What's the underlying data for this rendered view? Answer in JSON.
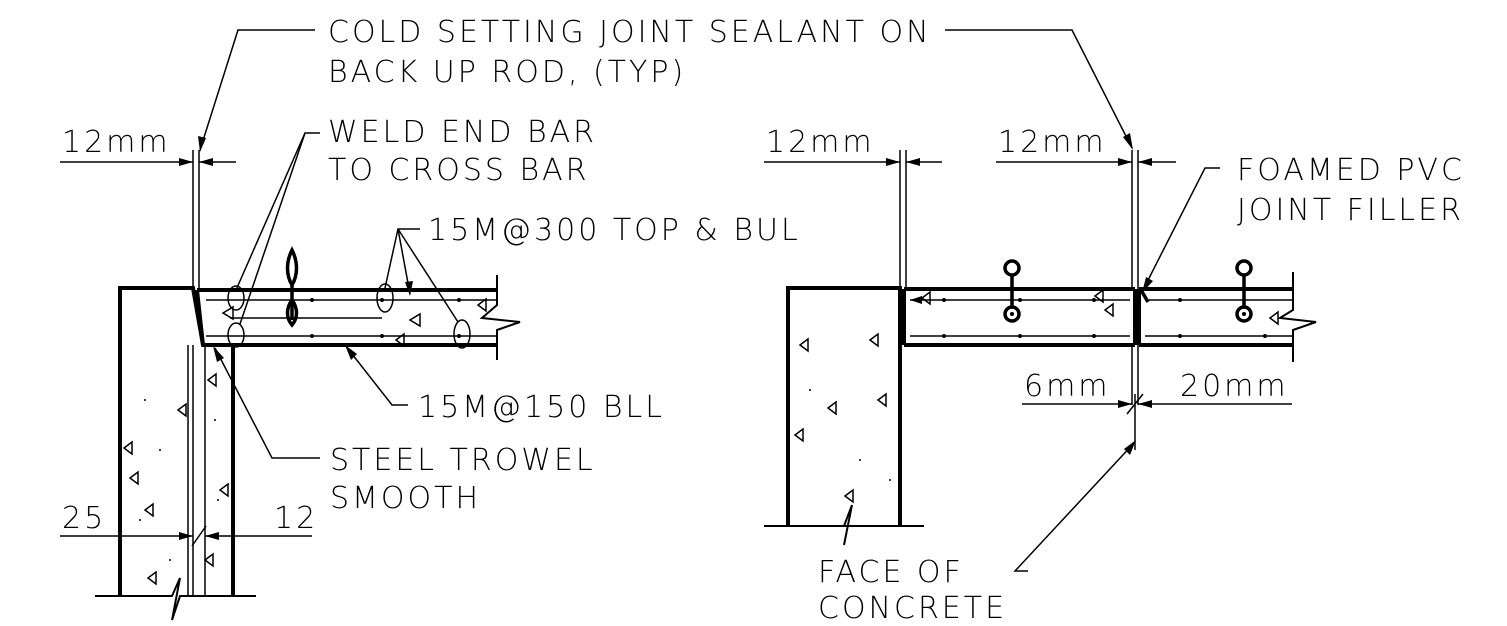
{
  "labels": {
    "sealant_line1": "COLD SETTING JOINT SEALANT ON",
    "sealant_line2": "BACK UP ROD, (TYP)",
    "weld_line1": "WELD END BAR",
    "weld_line2": "TO CROSS BAR",
    "top_bars": "15M@300 TOP & BUL",
    "bottom_bars": "15M@150 BLL",
    "trowel_line1": "STEEL TROWEL",
    "trowel_line2": "SMOOTH",
    "foamed_line1": "FOAMED PVC",
    "foamed_line2": "JOINT FILLER",
    "face_line1": "FACE OF",
    "face_line2": "CONCRETE"
  },
  "dimensions": {
    "left_gap": "12mm",
    "mid_gap": "12mm",
    "right_gap": "12mm",
    "wall_cover": "25",
    "wall_cover_right": "12",
    "gap_6": "6mm",
    "gap_20": "20mm"
  },
  "colors": {
    "line": "#000000",
    "background": "#ffffff"
  }
}
